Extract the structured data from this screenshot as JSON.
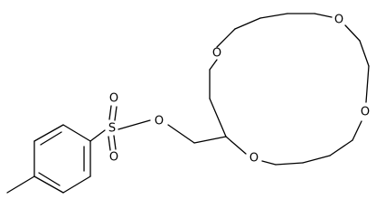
{
  "atom_labels": {
    "o_ring_upper_left": "O",
    "o_ring_top_right": "O",
    "o_ring_right": "O",
    "o_ring_lower": "O",
    "o_ester": "O",
    "sulfur": "S",
    "o_sulfonyl_top": "O",
    "o_sulfonyl_bottom": "O"
  },
  "colors": {
    "bond": "#000000",
    "label": "#000000",
    "background": "#ffffff"
  }
}
